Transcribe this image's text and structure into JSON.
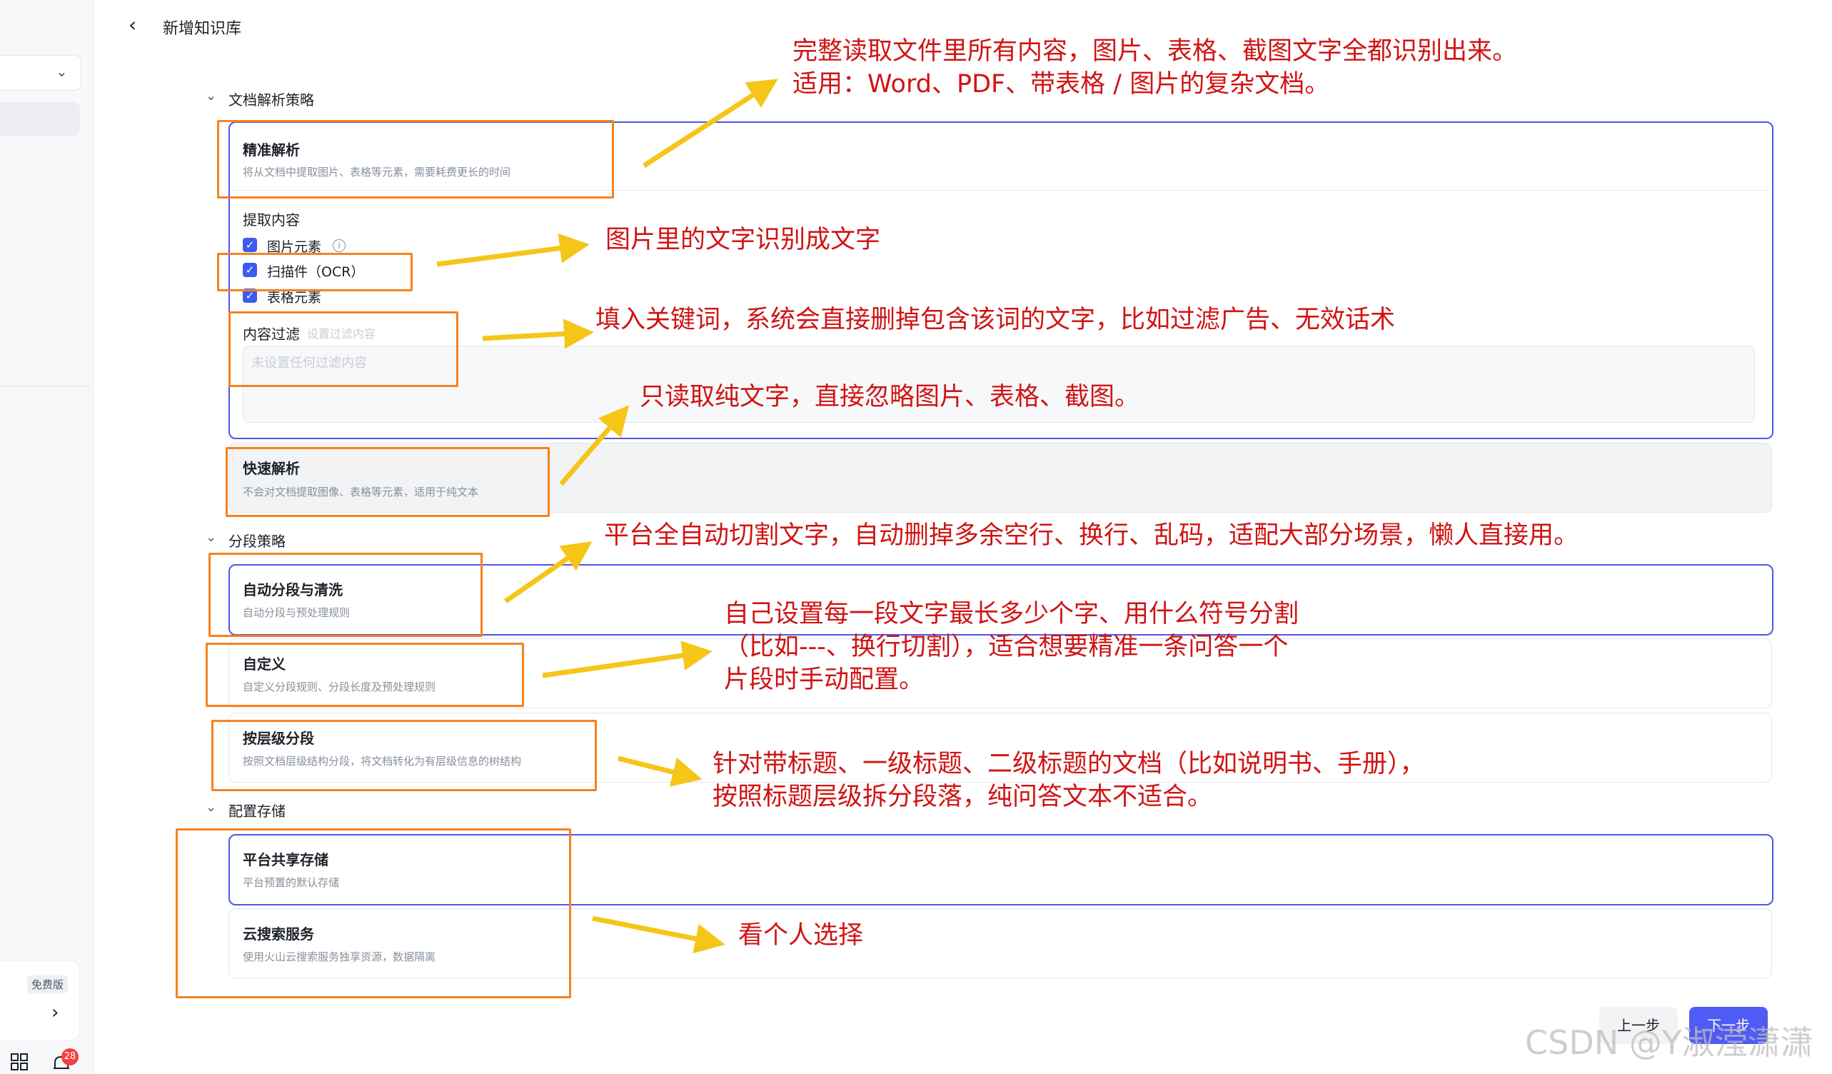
{
  "header": {
    "back_icon": "‹",
    "title": "新增知识库"
  },
  "sidebar": {
    "free_badge": "免费版",
    "notifications": "28",
    "arrow": "›"
  },
  "sections": {
    "parse": {
      "title": "文档解析策略",
      "precise": {
        "title": "精准解析",
        "desc": "将从文档中提取图片、表格等元素，需要耗费更长的时间"
      },
      "extract_label": "提取内容",
      "checkboxes": [
        "图片元素",
        "扫描件（OCR）",
        "表格元素"
      ],
      "filter_label": "内容过滤",
      "filter_hint": "设置过滤内容",
      "filter_placeholder": "未设置任何过滤内容",
      "fast": {
        "title": "快速解析",
        "desc": "不会对文档提取图像、表格等元素，适用于纯文本"
      }
    },
    "segment": {
      "title": "分段策略",
      "auto": {
        "title": "自动分段与清洗",
        "desc": "自动分段与预处理规则"
      },
      "custom": {
        "title": "自定义",
        "desc": "自定义分段规则、分段长度及预处理规则"
      },
      "hier": {
        "title": "按层级分段",
        "desc": "按照文档层级结构分段，将文档转化为有层级信息的树结构"
      }
    },
    "storage": {
      "title": "配置存储",
      "shared": {
        "title": "平台共享存储",
        "desc": "平台预置的默认存储"
      },
      "cloud": {
        "title": "云搜索服务",
        "desc": "使用火山云搜索服务独享资源，数据隔离"
      }
    }
  },
  "footer": {
    "prev": "上一步",
    "next": "下一步"
  },
  "annotations": {
    "a1_line1": "完整读取文件里所有内容，图片、表格、截图文字全都识别出来。",
    "a1_line2": "适用：Word、PDF、带表格 / 图片的复杂文档。",
    "a2": "图片里的文字识别成文字",
    "a3": "填入关键词，系统会直接删掉包含该词的文字，比如过滤广告、无效话术",
    "a4": "只读取纯文字，直接忽略图片、表格、截图。",
    "a5": "平台全自动切割文字，自动删掉多余空行、换行、乱码，适配大部分场景，懒人直接用。",
    "a6_line1": "自己设置每一段文字最长多少个字、用什么符号分割",
    "a6_line2": "（比如---、换行切割），适合想要精准一条问答一个",
    "a6_line3": "片段时手动配置。",
    "a7_line1": "针对带标题、一级标题、二级标题的文档（比如说明书、手册），",
    "a7_line2": "按照标题层级拆分段落，纯问答文本不适合。",
    "a8": "看个人选择"
  },
  "watermark": "CSDN @Y淑滢潇潇",
  "colors": {
    "accent": "#5056e8",
    "highlight": "#f58220",
    "arrow": "#f5c518",
    "annotation": "#d01414"
  },
  "icons": [
    "back-icon",
    "chevron-down-icon",
    "info-icon",
    "check-icon",
    "grid-icon",
    "bell-icon",
    "chevron-right-icon"
  ]
}
